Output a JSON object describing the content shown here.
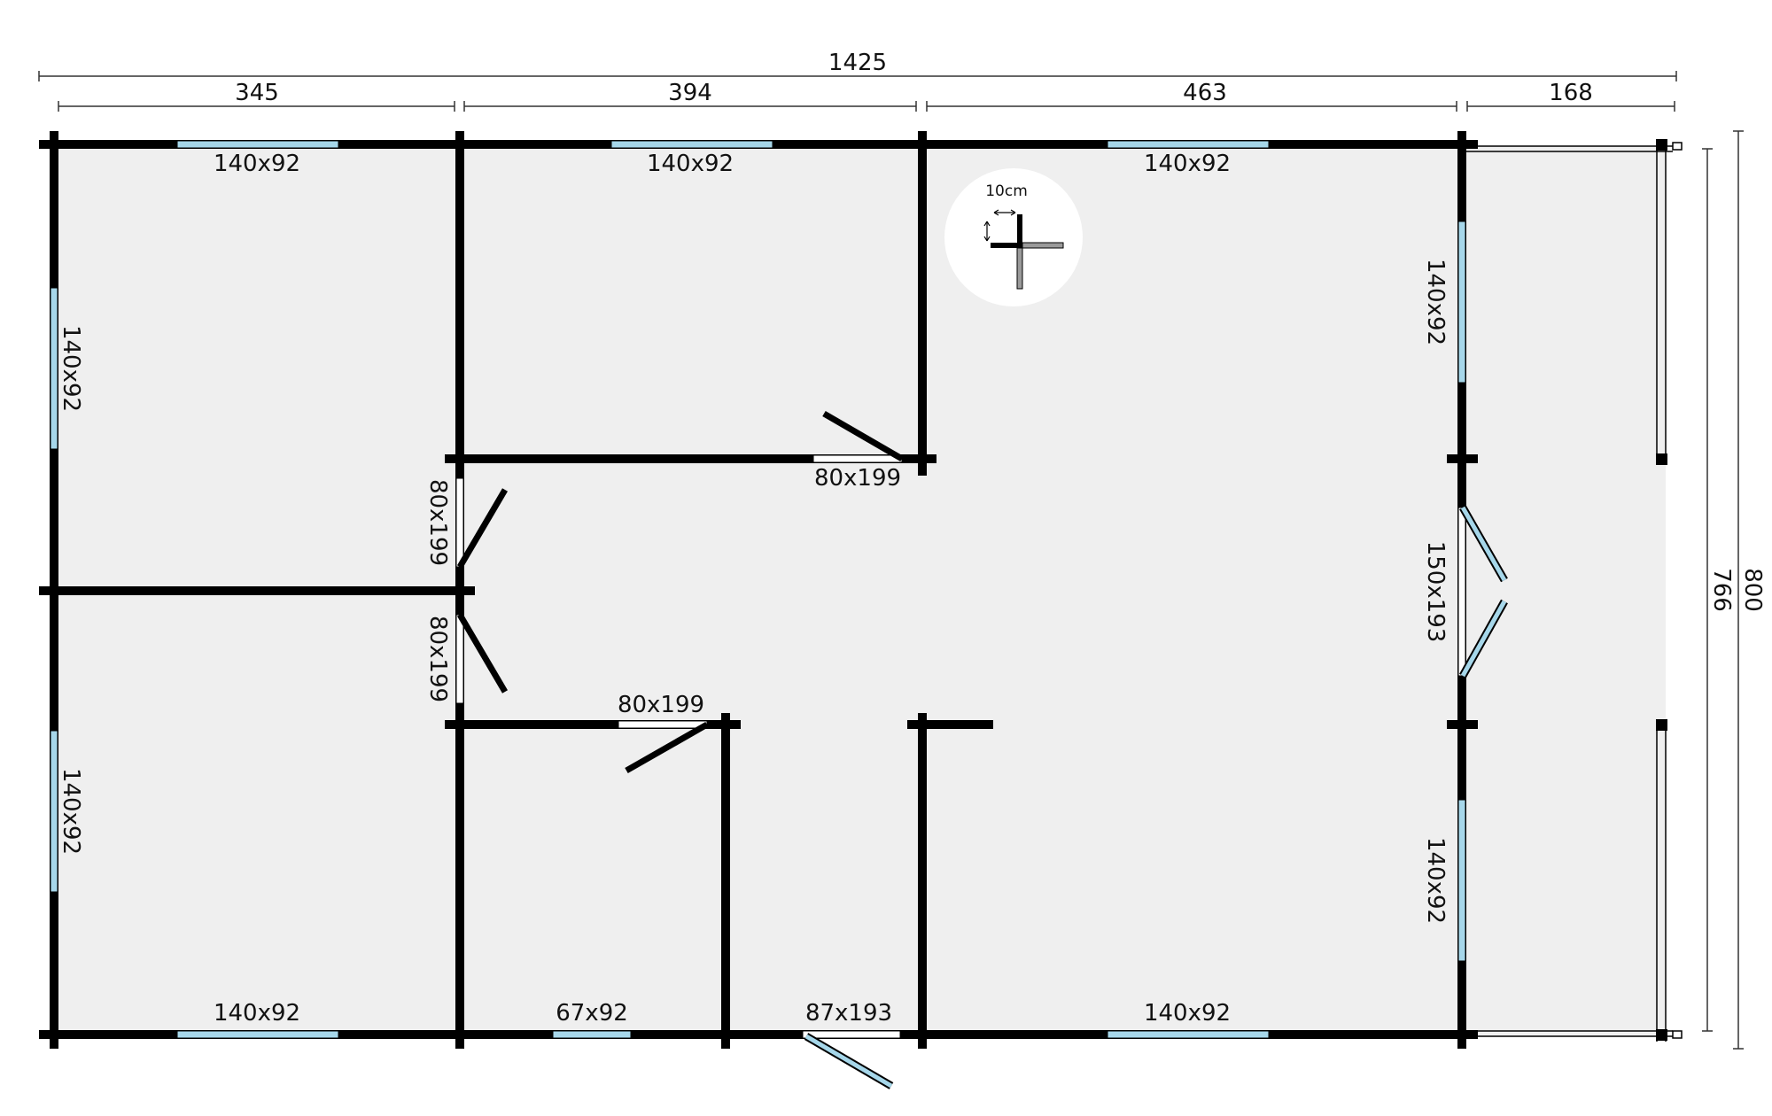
{
  "colors": {
    "wall": "#000000",
    "floor": "#efefef",
    "window": "#a6d7ea",
    "door_opening": "#ffffff",
    "dimension_line": "#333333",
    "text": "#111111"
  },
  "dimensions": {
    "total_width": "1425",
    "segment_1": "345",
    "segment_2": "394",
    "segment_3": "463",
    "segment_4": "168",
    "total_depth": "800",
    "inner_depth": "766"
  },
  "windows": {
    "top_left": "140x92",
    "top_middle": "140x92",
    "top_right": "140x92",
    "left_upper": "140x92",
    "left_lower": "140x92",
    "bottom_left": "140x92",
    "bottom_small": "67x92",
    "bottom_right": "140x92",
    "right_upper": "140x92",
    "right_lower": "140x92"
  },
  "doors": {
    "upper_room": "80x199",
    "left_upper_room": "80x199",
    "left_lower_room": "80x199",
    "lower_small_room": "80x199",
    "front_door": "87x193",
    "terrace_double_door": "150x193"
  },
  "wall_detail": {
    "thickness_label": "10cm",
    "icon": "wall-corner-detail-icon"
  }
}
